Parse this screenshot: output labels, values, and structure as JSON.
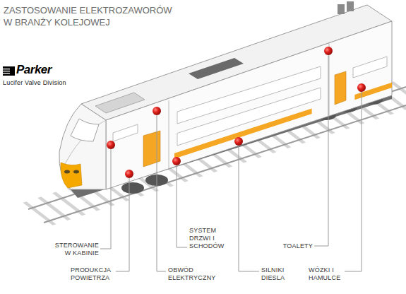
{
  "diagram": {
    "title": "ZASTOSOWANIE ELEKTROZAWORÓW W BRANŻY KOLEJOWEJ",
    "labels": [
      "Parker",
      "Lucifer Valve Division",
      "SYSTEM DRZWI I SCHODÓW",
      "STEROWANIE W KABINIE",
      "TOALETY",
      "PRODUKCJA POWIETRZA",
      "OBWÓD ELEKTRYCZNY",
      "SILNIKI DIESLA",
      "WÓZKI I HAMULCE"
    ]
  }
}
